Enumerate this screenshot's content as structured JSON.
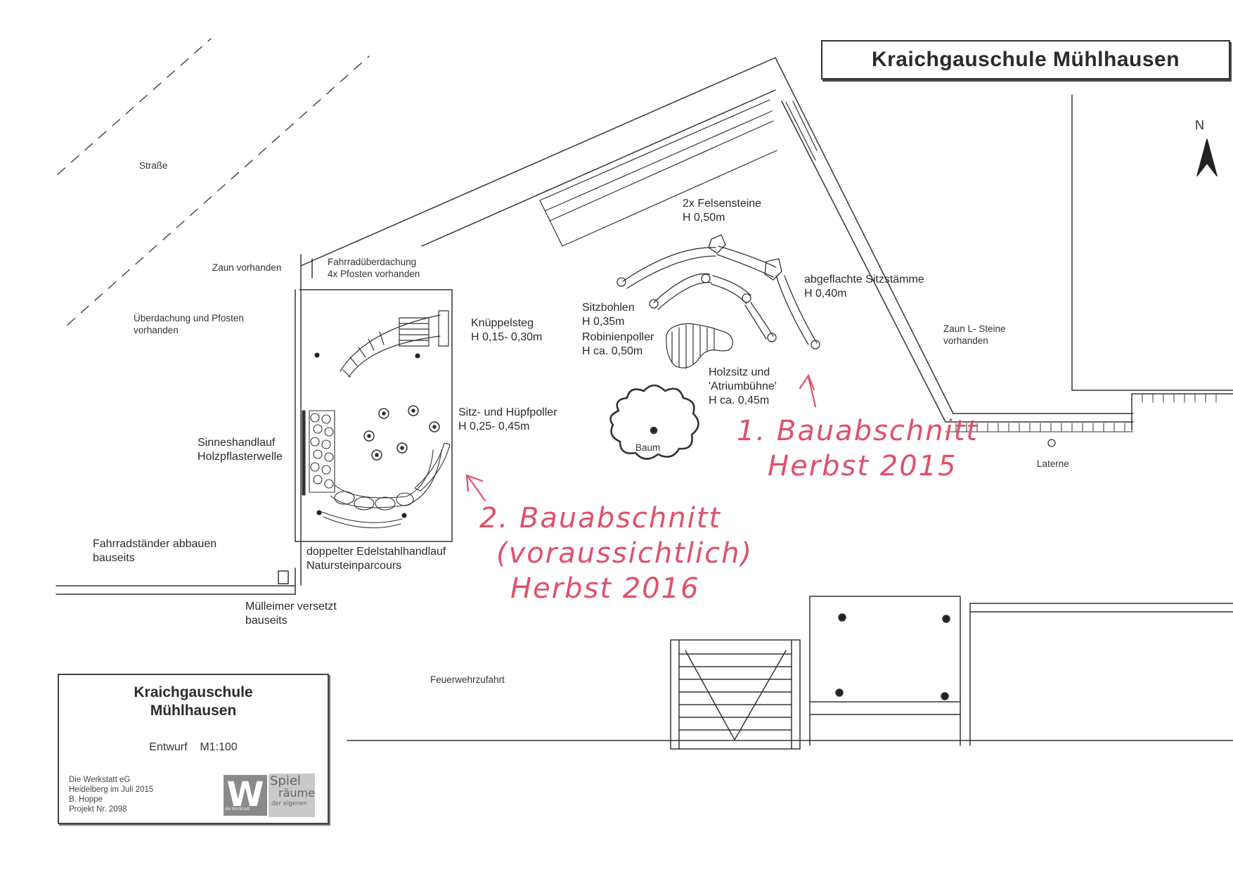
{
  "title": "Kraichgauschule Mühlhausen",
  "north_label": "N",
  "labels": {
    "strasse": "Straße",
    "zaun_vorhanden": "Zaun vorhanden",
    "fahrrad_1": "Fahrradüberdachung",
    "fahrrad_2": "4x Pfosten vorhanden",
    "ueberdachung_1": "Überdachung und Pfosten",
    "ueberdachung_2": "vorhanden",
    "knueppelsteg_1": "Knüppelsteg",
    "knueppelsteg_2": "H 0,15- 0,30m",
    "sitzpoller_1": "Sitz- und Hüpfpoller",
    "sitzpoller_2": "H 0,25- 0,45m",
    "sinnes_1": "Sinneshandlauf",
    "sinnes_2": "Holzpflasterwelle",
    "fahrradstaender_1": "Fahrradständer abbauen",
    "fahrradstaender_2": "bauseits",
    "edelstahl_1": "doppelter Edelstahlhandlauf",
    "edelstahl_2": "Natursteinparcours",
    "muelleimer_1": "Mülleimer versetzt",
    "muelleimer_2": "bauseits",
    "feuerwehr": "Feuerwehrzufahrt",
    "felsen_1": "2x Felsensteine",
    "felsen_2": "H 0,50m",
    "sitzstaemme_1": "abgeflachte Sitzstämme",
    "sitzstaemme_2": "H 0,40m",
    "sitzbohlen_1": "Sitzbohlen",
    "sitzbohlen_2": "H 0,35m",
    "robinien_1": "Robinienpoller",
    "robinien_2": "H ca. 0,50m",
    "holzsitz_1": "Holzsitz und",
    "holzsitz_2": "'Atriumbühne'",
    "holzsitz_3": "H ca. 0,45m",
    "baum": "Baum",
    "zaun_l_1": "Zaun L- Steine",
    "zaun_l_2": "vorhanden",
    "laterne": "Laterne"
  },
  "annotations": {
    "phase1_line1": "1. Bauabschnitt",
    "phase1_line2": "Herbst 2015",
    "phase2_line1": "2. Bauabschnitt",
    "phase2_line2": "(voraussichtlich)",
    "phase2_line3": "Herbst 2016",
    "color": "#e0506a"
  },
  "info_box": {
    "title_line1": "Kraichgauschule",
    "title_line2": "Mühlhausen",
    "scale": "Entwurf    M1:100",
    "office_line1": "Die Werkstatt eG",
    "office_line2": "Heidelberg im Juli 2015",
    "office_line3": "B. Hoppe",
    "office_line4": "Projekt Nr. 2098",
    "logo_letter": "W",
    "logo_sub": "die Werkstatt",
    "logo_word1": "Spiel",
    "logo_word2": "räume",
    "logo_word3": "der eigenen"
  },
  "colors": {
    "line": "#333333",
    "red_ink": "#e0506a"
  }
}
